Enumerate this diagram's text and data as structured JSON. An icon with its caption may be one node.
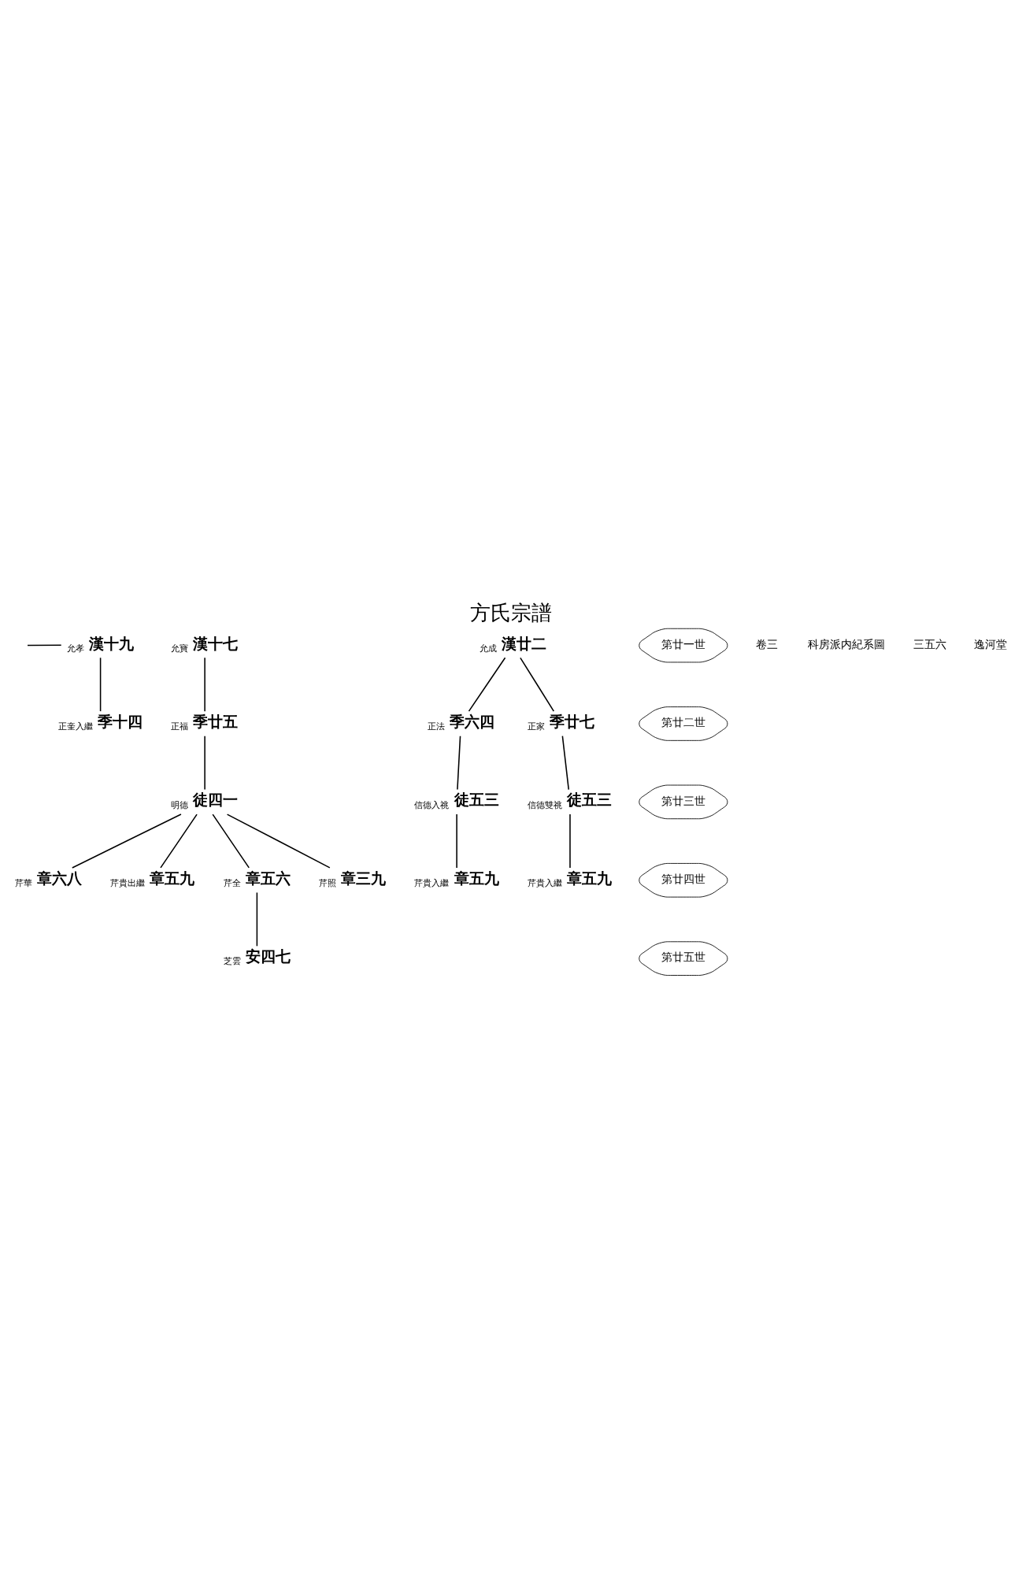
{
  "diagram": {
    "title": "方氏宗譜",
    "nodes": [
      {
        "text": [
          "第廿一世"
        ]
      },
      {
        "text": [
          "第廿二世"
        ]
      },
      {
        "text": [
          "第廿三世"
        ]
      },
      {
        "text": [
          "第廿四世"
        ]
      },
      {
        "text": [
          "第廿五世"
        ]
      },
      {
        "text": [
          "漢廿二"
        ],
        "beside": [
          "允成"
        ]
      },
      {
        "text": [
          "季廿七"
        ],
        "beside": [
          "正家"
        ]
      },
      {
        "text": [
          "季六四"
        ],
        "beside": [
          "正法"
        ]
      },
      {
        "text": [
          "徒五三"
        ],
        "beside": [
          "信德雙祧"
        ]
      },
      {
        "text": [
          "徒五三"
        ],
        "beside": [
          "信德入祧"
        ]
      },
      {
        "text": [
          "章五九"
        ],
        "beside": [
          "芹貴入繼"
        ]
      },
      {
        "text": [
          "章五九"
        ],
        "beside": [
          "芹貴入繼"
        ]
      },
      {
        "text": [
          "漢十七"
        ],
        "beside": [
          "允寶"
        ]
      },
      {
        "text": [
          "季廿五"
        ],
        "beside": [
          "正福"
        ]
      },
      {
        "text": [
          "徒四一"
        ],
        "beside": [
          "明德"
        ]
      },
      {
        "text": [
          "章三九"
        ],
        "beside": [
          "芹照"
        ]
      },
      {
        "text": [
          "章五六"
        ],
        "beside": [
          "芹全"
        ]
      },
      {
        "text": [
          "章五九"
        ],
        "beside": [
          "芹貴出繼"
        ]
      },
      {
        "text": [
          "章六八"
        ],
        "beside": [
          "芹華"
        ]
      },
      {
        "text": [
          "安四七"
        ],
        "beside": [
          "芝雲"
        ]
      },
      {
        "text": [
          "漢十九"
        ],
        "beside": [
          "允孝"
        ]
      },
      {
        "text": [
          "季十四"
        ],
        "beside": [
          "正奎入繼"
        ]
      }
    ],
    "edges": [
      {
        "from": 5,
        "to": 6,
        "arrow": "none"
      },
      {
        "from": 5,
        "to": 7,
        "arrow": "none"
      },
      {
        "from": 6,
        "to": 8,
        "arrow": "none"
      },
      {
        "from": 7,
        "to": 9,
        "arrow": "none"
      },
      {
        "from": 8,
        "to": 10,
        "arrow": "none"
      },
      {
        "from": 9,
        "to": 11,
        "arrow": "none"
      },
      {
        "from": 12,
        "to": 13,
        "arrow": "none"
      },
      {
        "from": 13,
        "to": 14,
        "arrow": "none"
      },
      {
        "from": 14,
        "to": 15,
        "arrow": "none"
      },
      {
        "from": 14,
        "to": 16,
        "arrow": "none"
      },
      {
        "from": 14,
        "to": 17,
        "arrow": "none"
      },
      {
        "from": 14,
        "to": 18,
        "arrow": "none"
      },
      {
        "from": 16,
        "to": 19,
        "arrow": "none"
      },
      {
        "from": 20,
        "to": 21,
        "arrow": "none"
      },
      {
        "from": 20,
        "to": null,
        "arrow": "none"
      }
    ],
    "labels": [
      "卷三",
      "科房派内紀系圖",
      "三五六",
      "逸河堂"
    ]
  }
}
